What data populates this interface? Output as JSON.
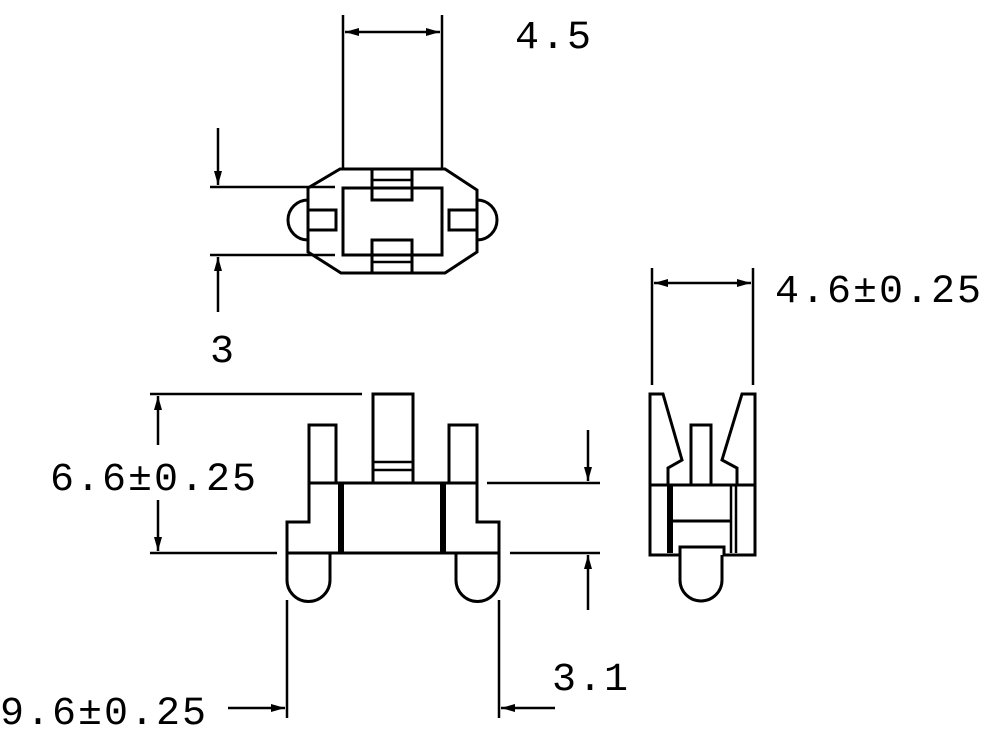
{
  "drawing": {
    "top_view": {
      "width_label": "4.5",
      "height_label": "3"
    },
    "front_view": {
      "height_label": "6.6±0.25",
      "width_label": "9.6±0.25",
      "lead_label": "3.1"
    },
    "side_view": {
      "width_label": "4.6±0.25"
    },
    "colors": {
      "line": "#000000",
      "background": "#ffffff"
    }
  }
}
